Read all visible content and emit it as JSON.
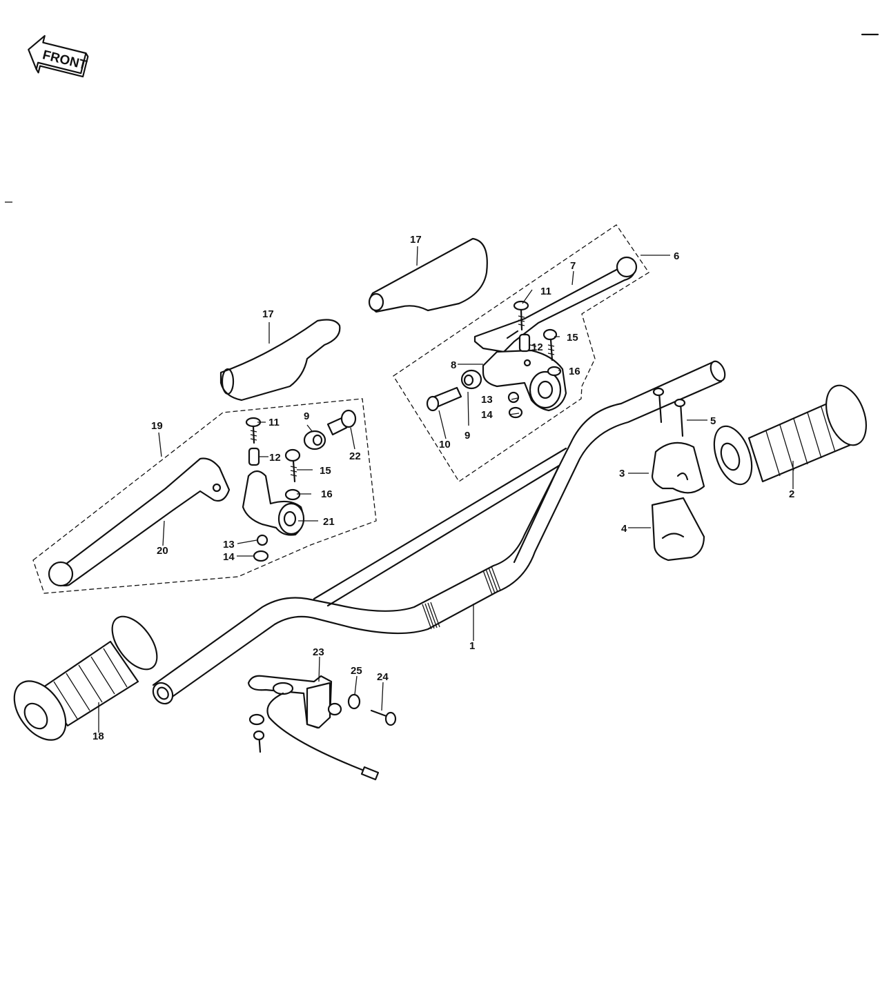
{
  "front_badge": {
    "label": "FRONT"
  },
  "colors": {
    "ink": "#111111",
    "paper": "#ffffff"
  },
  "callouts": [
    {
      "id": "c1",
      "label": "1"
    },
    {
      "id": "c2",
      "label": "2"
    },
    {
      "id": "c3",
      "label": "3"
    },
    {
      "id": "c4",
      "label": "4"
    },
    {
      "id": "c5",
      "label": "5"
    },
    {
      "id": "c6",
      "label": "6"
    },
    {
      "id": "c7",
      "label": "7"
    },
    {
      "id": "c8",
      "label": "8"
    },
    {
      "id": "c9a",
      "label": "9"
    },
    {
      "id": "c9b",
      "label": "9"
    },
    {
      "id": "c10",
      "label": "10"
    },
    {
      "id": "c11a",
      "label": "11"
    },
    {
      "id": "c11b",
      "label": "11"
    },
    {
      "id": "c12a",
      "label": "12"
    },
    {
      "id": "c12b",
      "label": "12"
    },
    {
      "id": "c13a",
      "label": "13"
    },
    {
      "id": "c13b",
      "label": "13"
    },
    {
      "id": "c14a",
      "label": "14"
    },
    {
      "id": "c14b",
      "label": "14"
    },
    {
      "id": "c15a",
      "label": "15"
    },
    {
      "id": "c15b",
      "label": "15"
    },
    {
      "id": "c16a",
      "label": "16"
    },
    {
      "id": "c16b",
      "label": "16"
    },
    {
      "id": "c17a",
      "label": "17"
    },
    {
      "id": "c17b",
      "label": "17"
    },
    {
      "id": "c18",
      "label": "18"
    },
    {
      "id": "c19",
      "label": "19"
    },
    {
      "id": "c20",
      "label": "20"
    },
    {
      "id": "c21",
      "label": "21"
    },
    {
      "id": "c22",
      "label": "22"
    },
    {
      "id": "c23",
      "label": "23"
    },
    {
      "id": "c24",
      "label": "24"
    },
    {
      "id": "c25",
      "label": "25"
    }
  ]
}
